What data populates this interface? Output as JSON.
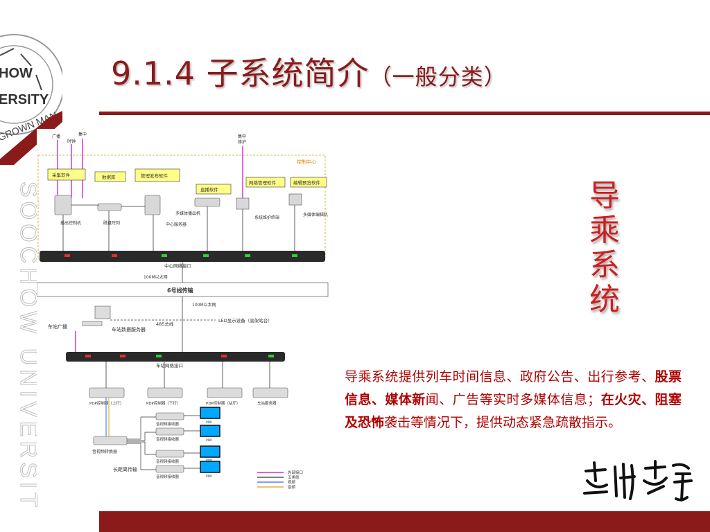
{
  "slide": {
    "title": "9.1.4 子系统简介",
    "title_sub": "（一般分类）",
    "side_title": [
      "导",
      "乘",
      "系",
      "统"
    ],
    "description_parts": [
      {
        "text": "导乘系统提供列车时间信息、政府公告、出行参考、",
        "bold": false
      },
      {
        "text": "股票信息、媒体新",
        "bold": true
      },
      {
        "text": "闻、广告等实时多媒体信息；",
        "bold": false
      },
      {
        "text": "在火灾、阻塞及恐怖",
        "bold": true
      },
      {
        "text": "袭击等情况下，提供动态紧急疏散指示。",
        "bold": false
      }
    ],
    "university_vertical": "SOOCHOW UNIVERSITY",
    "seal_text": "GROWN MAN",
    "signature": "苏州大学",
    "colors": {
      "brand": "#8b1a1a",
      "accent": "#cc1f1f"
    }
  },
  "diagram": {
    "top_labels": {
      "broadcast": "广播",
      "clock": "时钟",
      "centralized": "集中",
      "centralized2": "维护",
      "collect": "集中",
      "control_center": "控制中心"
    },
    "software": [
      "采集软件",
      "数据库",
      "管理发布软件",
      "直播软件",
      "网络管理软件",
      "编辑预览软件"
    ],
    "devices": [
      "播出控制机",
      "磁盘阵列",
      "多媒体播出机",
      "中心服务器",
      "系统维护终端",
      "多媒体编辑机"
    ],
    "center_bus": "中心网络接口",
    "ethernet1": "100M以太网",
    "transport": "6号线传输",
    "ethernet2": "100M以太网",
    "bus485": "485总线",
    "led": "LED显示设备（高架站台）",
    "station_broadcast": "车站广播",
    "station_server": "车站数据服务器",
    "station_bus": "车站网络接口",
    "pdp_controllers": [
      "PDP控制器（上行）",
      "PDP控制器（下行）",
      "PDP控制器（站厅）",
      "车站服务器"
    ],
    "converter": "音视频转换器",
    "long_transport": "长距离传输",
    "receivers": [
      "音视频接收器",
      "音视频接收器",
      "音视频接收器",
      "音视频接收器"
    ],
    "pdp": "PDP",
    "legend": [
      "外部接口",
      "五类线",
      "视频",
      "音频"
    ]
  }
}
